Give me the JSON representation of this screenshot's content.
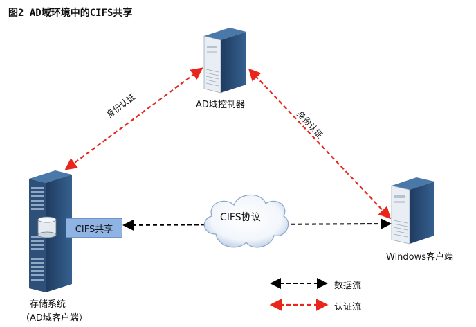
{
  "title": "图2  AD域环境中的CIFS共享",
  "nodes": {
    "ad_controller": {
      "label": "AD域控制器"
    },
    "storage": {
      "label_line1": "存储系统",
      "label_line2": "（AD域客户端）"
    },
    "windows_client": {
      "label": "Windows客户端"
    }
  },
  "share_box": {
    "label": "CIFS共享"
  },
  "protocol_cloud": {
    "label": "CIFS协议"
  },
  "edges": {
    "auth_left": {
      "label": "身份认证"
    },
    "auth_right": {
      "label": "身份认证"
    }
  },
  "legend": {
    "data_flow": {
      "label": "数据流",
      "color": "#000000"
    },
    "auth_flow": {
      "label": "认证流",
      "color": "#e8261c"
    }
  },
  "colors": {
    "server_dark": "#2b4f7d",
    "server_light": "#e9eef4",
    "share_box": "#8fb3e3"
  }
}
